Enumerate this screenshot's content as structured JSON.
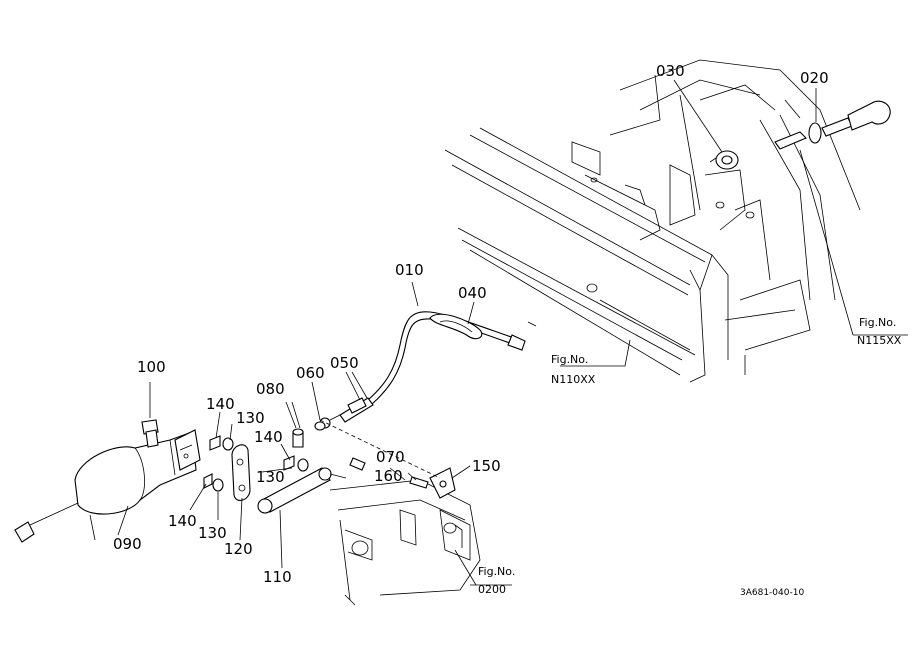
{
  "diagram": {
    "part_labels": {
      "p010": "010",
      "p020": "020",
      "p030": "030",
      "p040": "040",
      "p050": "050",
      "p060": "060",
      "p070": "070",
      "p080": "080",
      "p090": "090",
      "p100": "100",
      "p110": "110",
      "p120": "120",
      "p130a": "130",
      "p130b": "130",
      "p130c": "130",
      "p140a": "140",
      "p140b": "140",
      "p140c": "140",
      "p150": "150",
      "p160": "160"
    },
    "fig_refs": {
      "n110": {
        "title": "Fig.No.",
        "number": "N110XX"
      },
      "n115": {
        "title": "Fig.No.",
        "number": "N115XX"
      },
      "f0200": {
        "title": "Fig.No.",
        "number": "0200"
      }
    },
    "drawing_code": "3A681-040-10"
  }
}
